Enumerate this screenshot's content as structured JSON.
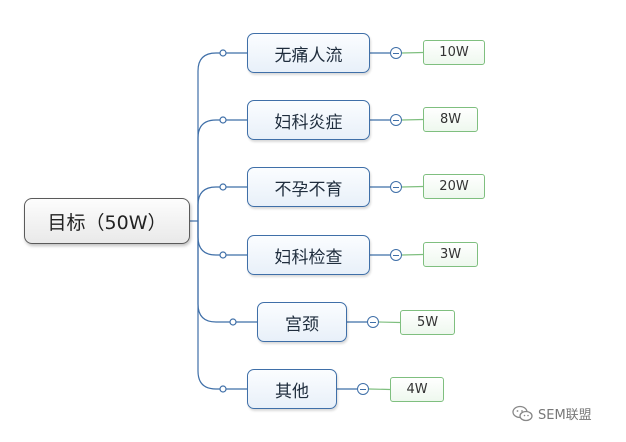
{
  "root": {
    "label": "目标（50W）"
  },
  "branches": [
    {
      "label": "无痛人流",
      "value": "10W"
    },
    {
      "label": "妇科炎症",
      "value": "8W"
    },
    {
      "label": "不孕不育",
      "value": "20W"
    },
    {
      "label": "妇科检查",
      "value": "3W"
    },
    {
      "label": "宫颈",
      "value": "5W"
    },
    {
      "label": "其他",
      "value": "4W"
    }
  ],
  "watermark": {
    "text": "SEM联盟"
  },
  "colors": {
    "branch_line": "#3f6fa8",
    "value_line": "#7fbf7f",
    "value_border": "#7fbf7f"
  },
  "icons": {
    "collapse": "minus-circle-icon",
    "watermark": "wechat-icon"
  }
}
